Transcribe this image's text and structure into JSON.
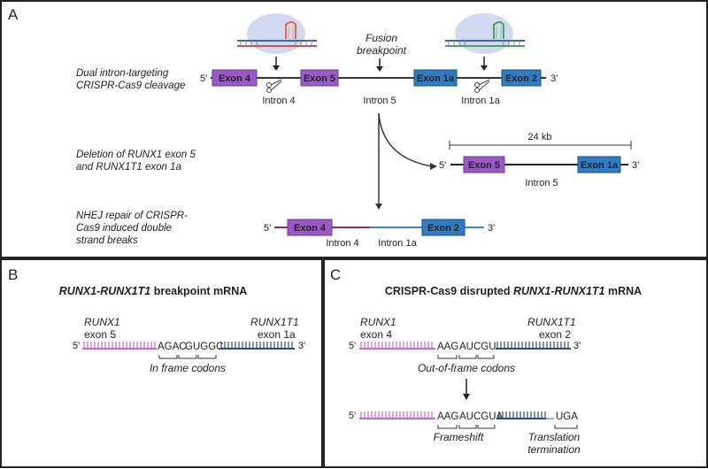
{
  "colors": {
    "runx1": "#cc66dd",
    "runx1_dark": "#8a2a8a",
    "runx1t1": "#2a4d86",
    "exon_purple": "#9b59c7",
    "exon_blue": "#2e7cc4",
    "stop_red": "#d9442b",
    "line_dark": "#333333",
    "intron4_line": "#8b2a55",
    "intron1a_line": "#3a86c8"
  },
  "panel_a": {
    "letter": "A",
    "fusion_breakpoint": [
      "Fusion",
      "breakpoint"
    ],
    "row1": {
      "caption": [
        "Dual intron-targeting",
        "CRISPR-Cas9 cleavage"
      ],
      "five": "5'",
      "three": "3'",
      "exon4": "Exon 4",
      "exon5": "Exon 5",
      "exon1a": "Exon 1a",
      "exon2": "Exon 2",
      "intron4": "Intron 4",
      "intron5": "Intron 5",
      "intron1a": "Intron 1a"
    },
    "row2": {
      "caption": [
        "Deletion of RUNX1 exon 5",
        "and RUNX1T1 exon 1a"
      ],
      "scale": "24 kb",
      "five": "5'",
      "three": "3'",
      "exon5": "Exon 5",
      "exon1a": "Exon 1a",
      "intron5": "Intron 5"
    },
    "row3": {
      "caption": [
        "NHEJ repair of CRISPR-",
        "Cas9 induced double",
        "strand breaks"
      ],
      "five": "5'",
      "three": "3'",
      "exon4": "Exon 4",
      "exon2": "Exon 2",
      "intron4": "Intron 4",
      "intron1a": "Intron 1a"
    }
  },
  "panel_b": {
    "letter": "B",
    "title_italic": "RUNX1-RUNX1T1",
    "title_rest": " breakpoint mRNA",
    "left_gene": "RUNX1",
    "left_exon": "exon 5",
    "right_gene": "RUNX1T1",
    "right_exon": "exon 1a",
    "five": "5'",
    "three": "3'",
    "codons_purple": "AGAC",
    "codons_blue": "GUGGC",
    "caption": "In frame codons"
  },
  "panel_c": {
    "letter": "C",
    "title_rest": "CRISPR-Cas9 disrupted ",
    "title_italic": "RUNX1-RUNX1T1",
    "title_end": " mRNA",
    "left_gene": "RUNX1",
    "left_exon": "exon 4",
    "right_gene": "RUNX1T1",
    "right_exon": "exon 2",
    "five": "5'",
    "three": "3'",
    "top_purple": "AAG",
    "top_blue": "AUCGU",
    "top_caption": "Out-of-frame codons",
    "bottom_purple": "AAG",
    "bottom_blue": "AUCGUA",
    "stop": "UGA",
    "frameshift": "Frameshift",
    "termination": [
      "Translation",
      "termination"
    ]
  }
}
